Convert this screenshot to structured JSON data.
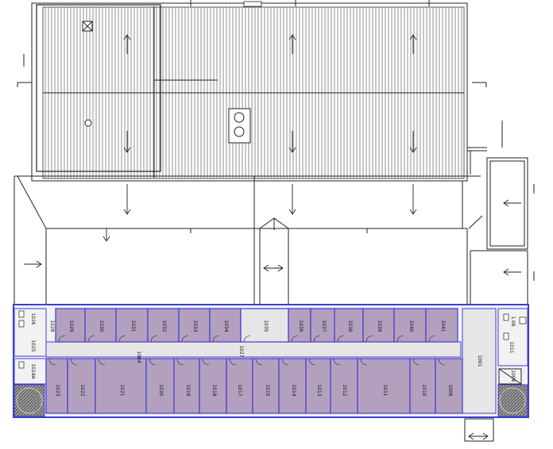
{
  "rooms": {
    "north": [
      {
        "id": "north-1",
        "label": "1029"
      },
      {
        "id": "north-2",
        "label": "1030"
      },
      {
        "id": "north-3",
        "label": "1031"
      },
      {
        "id": "north-4",
        "label": "1032"
      },
      {
        "id": "north-5",
        "label": "1033"
      },
      {
        "id": "north-6",
        "label": "1034"
      },
      {
        "id": "north-7",
        "label": "1035"
      },
      {
        "id": "north-8",
        "label": "1036"
      },
      {
        "id": "north-9",
        "label": "1037"
      },
      {
        "id": "north-10",
        "label": "1038"
      },
      {
        "id": "north-11",
        "label": "1039"
      },
      {
        "id": "north-12",
        "label": "1040"
      },
      {
        "id": "north-13",
        "label": "1041"
      }
    ],
    "south": [
      {
        "id": "south-1",
        "label": "1023"
      },
      {
        "id": "south-2",
        "label": "1022"
      },
      {
        "id": "south-3",
        "label": "1021"
      },
      {
        "id": "south-4",
        "label": "1020"
      },
      {
        "id": "south-5",
        "label": "1019"
      },
      {
        "id": "south-6",
        "label": "1018"
      },
      {
        "id": "south-7",
        "label": "1017"
      },
      {
        "id": "south-8",
        "label": "1015"
      },
      {
        "id": "south-9",
        "label": "1014"
      },
      {
        "id": "south-10",
        "label": "1013"
      },
      {
        "id": "south-11",
        "label": "1012"
      },
      {
        "id": "south-12",
        "label": "1011"
      },
      {
        "id": "south-13",
        "label": "1010"
      },
      {
        "id": "south-14",
        "label": "1009"
      }
    ],
    "corridors": [
      {
        "id": "corridor-1",
        "label": "1004"
      },
      {
        "id": "corridor-2",
        "label": "1027"
      },
      {
        "id": "corridor-3",
        "label": "1001"
      }
    ],
    "west": [
      {
        "id": "west-1",
        "label": "1025"
      },
      {
        "id": "west-2",
        "label": "1026"
      },
      {
        "id": "west-3",
        "label": "1024A"
      },
      {
        "id": "west-4",
        "label": "1028"
      }
    ],
    "east": [
      {
        "id": "east-1",
        "label": "1011"
      },
      {
        "id": "east-2",
        "label": "1.06"
      },
      {
        "id": "east-3",
        "label": "1008"
      }
    ]
  },
  "colors": {
    "room_fill": "#b3a0be",
    "wall": "#3d3dd6",
    "corridor_fill": "#e6e6e6",
    "stair_fill": "#707070",
    "line": "#222222"
  }
}
